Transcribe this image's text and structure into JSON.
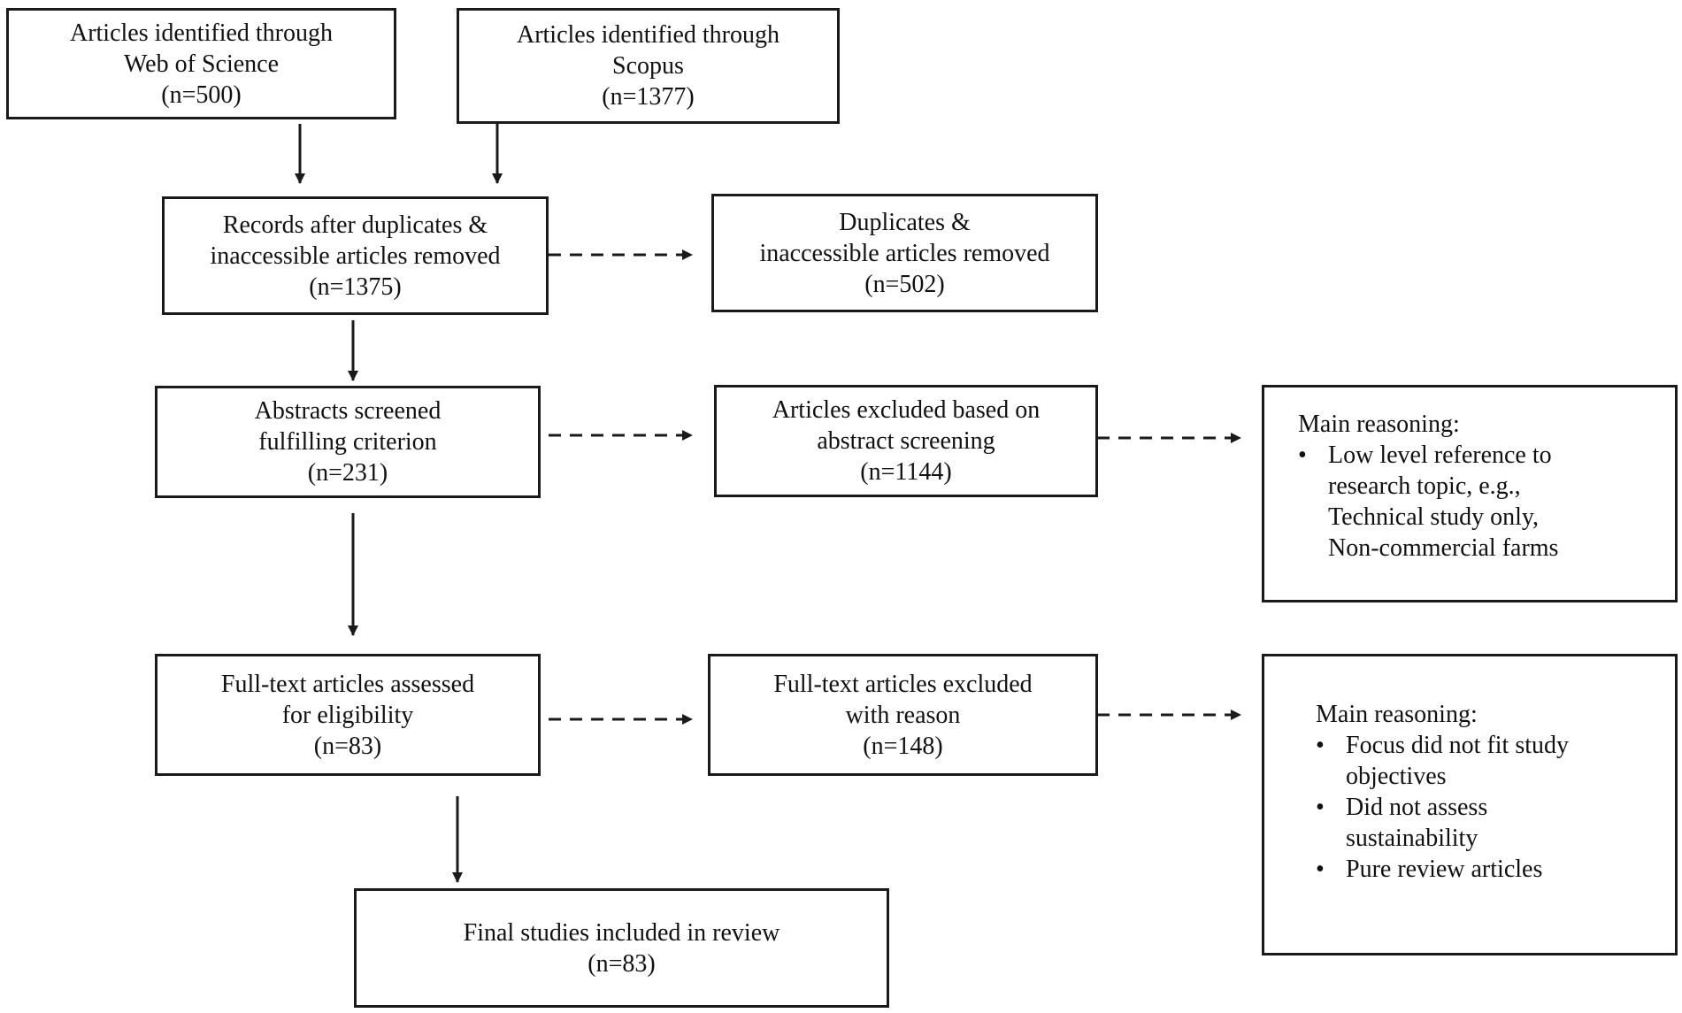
{
  "boxes": {
    "wos": {
      "lines": [
        "Articles identified through",
        "Web of Science",
        "(n=500)"
      ]
    },
    "scopus": {
      "lines": [
        "Articles identified through",
        "Scopus",
        "(n=1377)"
      ]
    },
    "records": {
      "lines": [
        "Records after duplicates &",
        "inaccessible articles removed",
        "(n=1375)"
      ]
    },
    "duplicates": {
      "lines": [
        "Duplicates &",
        "inaccessible articles removed",
        "(n=502)"
      ]
    },
    "abstracts": {
      "lines": [
        "Abstracts screened",
        "fulfilling criterion",
        "(n=231)"
      ]
    },
    "excluded_abstract": {
      "lines": [
        "Articles excluded based on",
        "abstract screening",
        "(n=1144)"
      ]
    },
    "reasoning1": {
      "heading": "Main reasoning:",
      "bullets": [
        [
          "Low level reference to",
          "research topic, e.g.,",
          "Technical study only,",
          "Non-commercial farms"
        ]
      ]
    },
    "fulltext": {
      "lines": [
        "Full-text articles assessed",
        "for eligibility",
        "(n=83)"
      ]
    },
    "excluded_fulltext": {
      "lines": [
        "Full-text articles excluded",
        "with reason",
        "(n=148)"
      ]
    },
    "reasoning2": {
      "heading": "Main reasoning:",
      "bullets": [
        [
          "Focus did not fit study",
          "objectives"
        ],
        [
          "Did not assess",
          "sustainability"
        ],
        [
          "Pure review articles"
        ]
      ]
    },
    "final": {
      "lines": [
        "Final studies included in review",
        "(n=83)"
      ]
    }
  },
  "bullet_char": "•",
  "colors": {
    "stroke": "#1a1a1a",
    "text": "#111111",
    "background": "#ffffff"
  }
}
